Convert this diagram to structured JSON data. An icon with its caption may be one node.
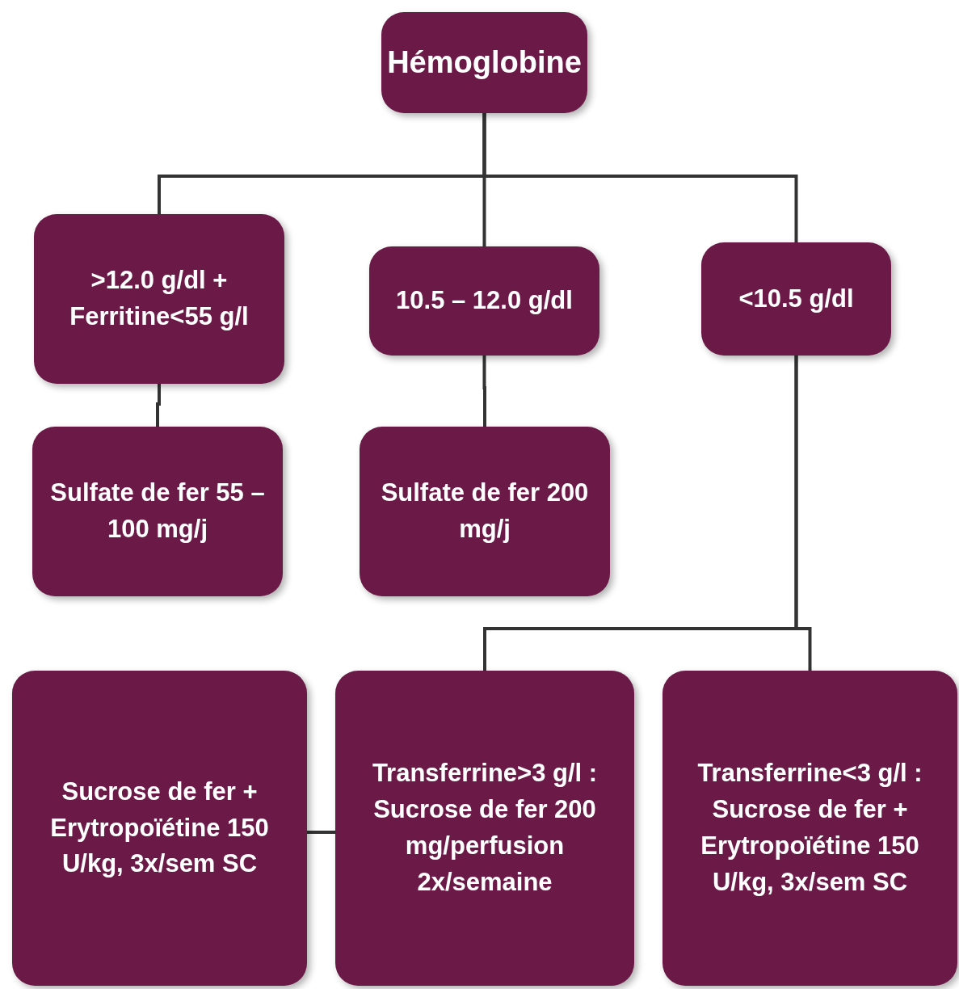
{
  "diagram": {
    "nodes": [
      {
        "text": [
          "Hémoglobine"
        ]
      },
      {
        "text": [
          ">12.0 g/dl + Ferritine<55 g/l"
        ]
      },
      {
        "text": [
          "10.5 – 12.0 g/dl"
        ]
      },
      {
        "text": [
          "<10.5 g/dl"
        ]
      },
      {
        "text": [
          "Sulfate de fer 55 – 100 mg/j"
        ]
      },
      {
        "text": [
          "Sulfate de fer 200 mg/j"
        ]
      },
      {
        "text": [
          "Sucrose de fer + Erytropoïétine 150 U/kg, 3x/sem SC"
        ]
      },
      {
        "text": [
          "Transferrine>3 g/l : Sucrose de fer 200 mg/perfusion 2x/semaine"
        ]
      },
      {
        "text": [
          "Transferrine<3 g/l : Sucrose de fer + Erytropoïétine 150 U/kg, 3x/sem SC"
        ]
      }
    ],
    "edges": [
      {
        "from": 0,
        "to": 1,
        "arrow": "none"
      },
      {
        "from": 0,
        "to": 2,
        "arrow": "none"
      },
      {
        "from": 0,
        "to": 3,
        "arrow": "none"
      },
      {
        "from": 1,
        "to": 4,
        "arrow": "none"
      },
      {
        "from": 2,
        "to": 5,
        "arrow": "none"
      },
      {
        "from": 3,
        "to": 7,
        "arrow": "none"
      },
      {
        "from": 3,
        "to": 8,
        "arrow": "none"
      },
      {
        "from": 6,
        "to": 7,
        "arrow": "none"
      }
    ]
  }
}
